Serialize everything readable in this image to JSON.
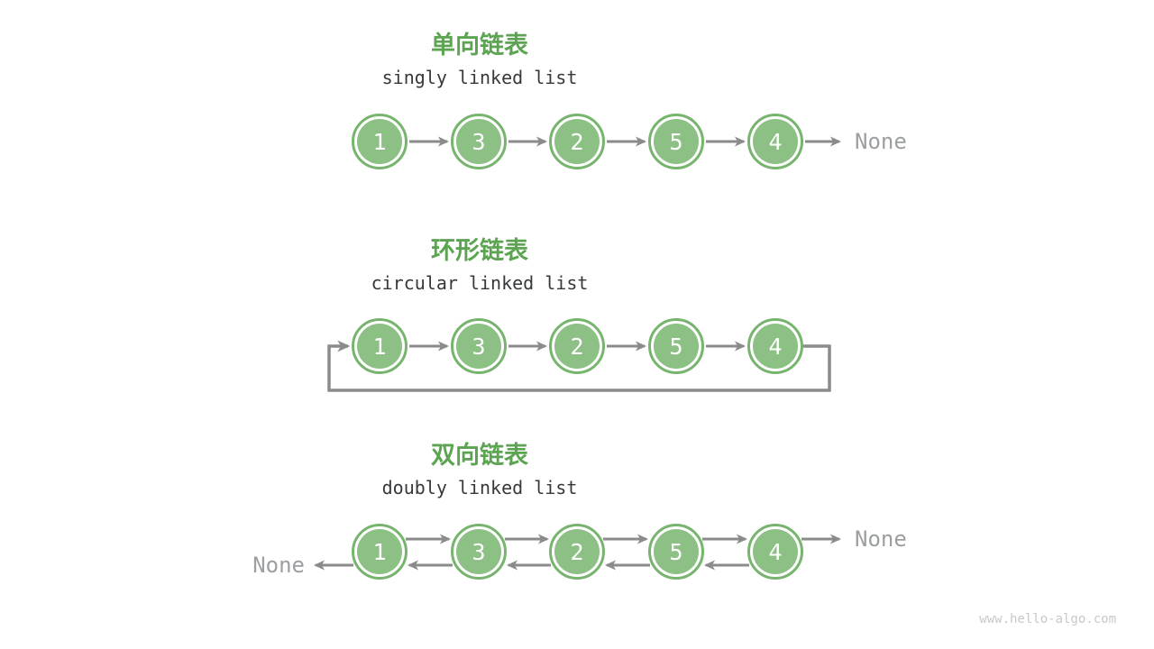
{
  "colors": {
    "title_green": "#5CA452",
    "subtitle_dark": "#36393B",
    "node_fill": "#8CC084",
    "node_border": "#77B46E",
    "node_text": "#FFFFFF",
    "arrow": "#8B8B8B",
    "none_text": "#9C9FA1",
    "footer_gray": "#C6C9CB",
    "background": "#FFFFFF"
  },
  "sections": [
    {
      "id": "singly",
      "title_zh": "单向链表",
      "title_en": "singly linked list",
      "type": "singly",
      "nodes": [
        1,
        3,
        2,
        5,
        4
      ],
      "tail_label": "None"
    },
    {
      "id": "circular",
      "title_zh": "环形链表",
      "title_en": "circular linked list",
      "type": "circular",
      "nodes": [
        1,
        3,
        2,
        5,
        4
      ]
    },
    {
      "id": "doubly",
      "title_zh": "双向链表",
      "title_en": "doubly linked list",
      "type": "doubly",
      "nodes": [
        1,
        3,
        2,
        5,
        4
      ],
      "head_label": "None",
      "tail_label": "None"
    }
  ],
  "footer": {
    "url": "www.hello-algo.com"
  }
}
